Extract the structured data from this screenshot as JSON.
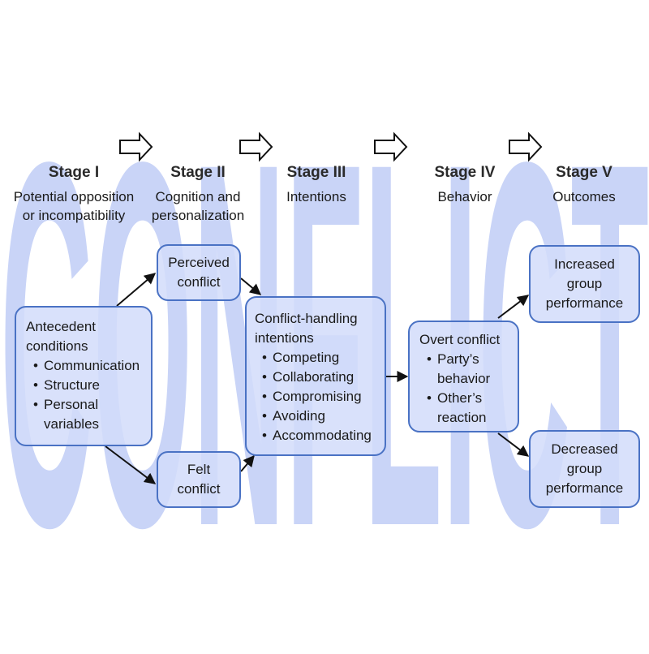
{
  "watermark_text": "CONFLICT",
  "colors": {
    "watermark": "#c9d4f7",
    "box_fill": "#d2dcfa",
    "box_border": "#4a72c4",
    "arrow": "#111111"
  },
  "stages": [
    {
      "title": "Stage I",
      "subtitle_lines": [
        "Potential opposition",
        "or incompatibility"
      ]
    },
    {
      "title": "Stage II",
      "subtitle_lines": [
        "Cognition and",
        "personalization"
      ]
    },
    {
      "title": "Stage III",
      "subtitle_lines": [
        "Intentions"
      ]
    },
    {
      "title": "Stage IV",
      "subtitle_lines": [
        "Behavior"
      ]
    },
    {
      "title": "Stage V",
      "subtitle_lines": [
        "Outcomes"
      ]
    }
  ],
  "boxes": {
    "antecedent": {
      "heading_lines": [
        "Antecedent",
        "conditions"
      ],
      "items": [
        "Communication",
        "Structure",
        "Personal variables"
      ]
    },
    "perceived": {
      "lines": [
        "Perceived",
        "conflict"
      ]
    },
    "felt": {
      "lines": [
        "Felt",
        "conflict"
      ]
    },
    "intentions": {
      "heading_lines": [
        "Conflict-handling",
        "intentions"
      ],
      "items": [
        "Competing",
        "Collaborating",
        "Compromising",
        "Avoiding",
        "Accommodating"
      ]
    },
    "overt": {
      "heading_lines": [
        "Overt conflict"
      ],
      "items": [
        "Party’s behavior",
        "Other’s reaction"
      ]
    },
    "increased": {
      "lines": [
        "Increased",
        "group",
        "performance"
      ]
    },
    "decreased": {
      "lines": [
        "Decreased",
        "group",
        "performance"
      ]
    }
  }
}
